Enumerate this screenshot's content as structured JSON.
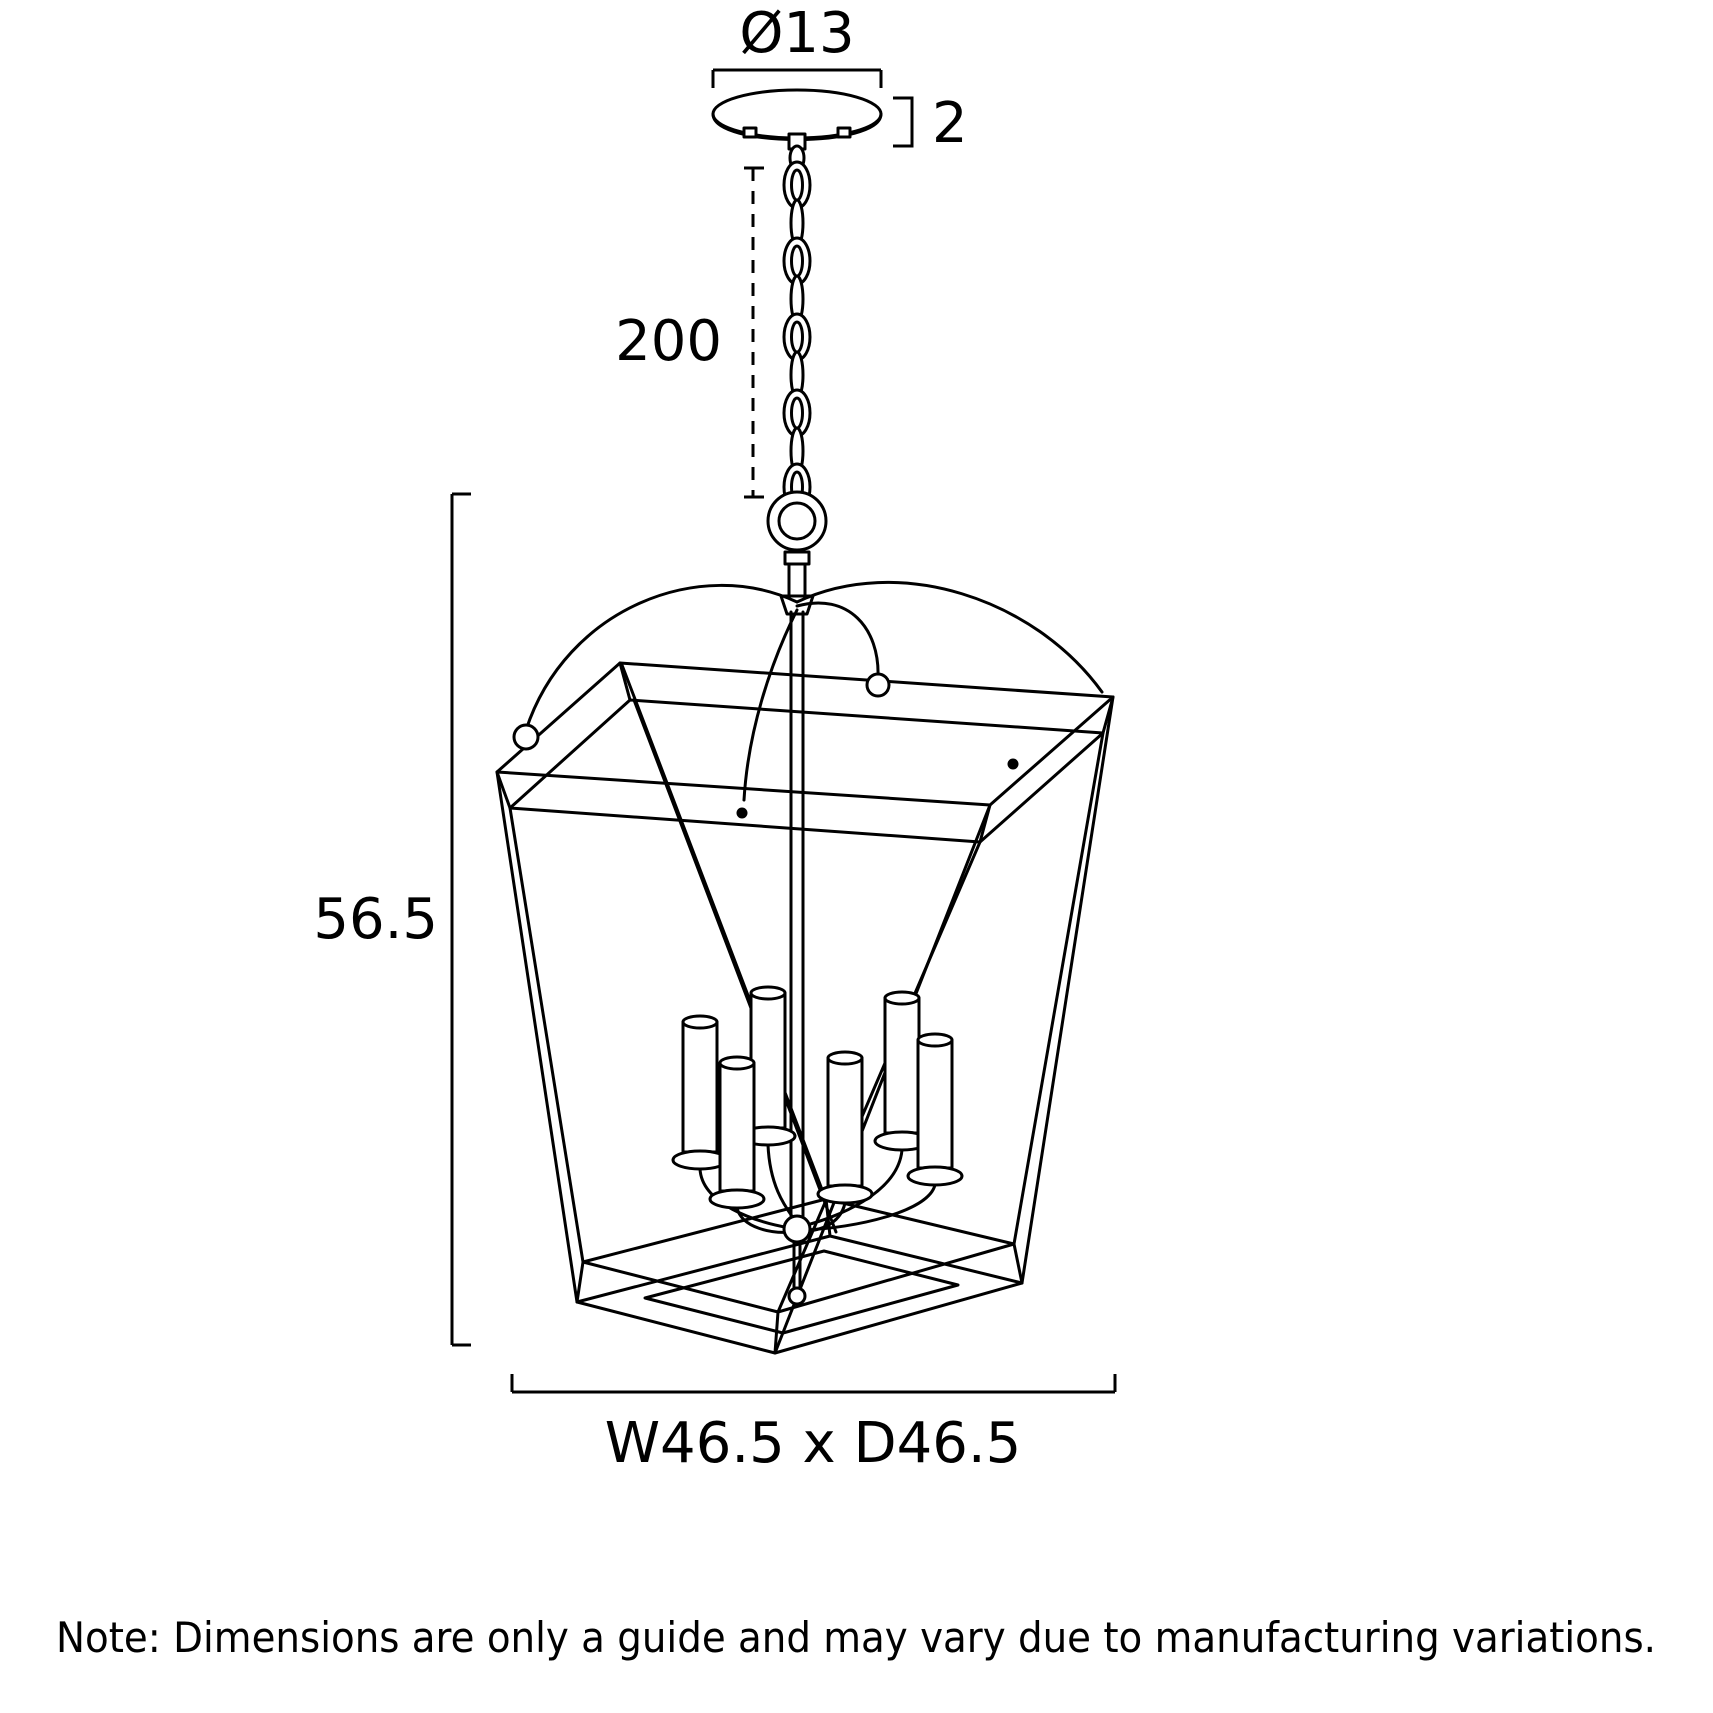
{
  "drawing": {
    "labels": {
      "canopy_diameter": "Ø13",
      "canopy_height": "2",
      "chain_length": "200",
      "body_height": "56.5",
      "width_depth": "W46.5 x D46.5"
    },
    "note": "Note: Dimensions are only a guide and may vary due to manufacturing variations.",
    "colors": {
      "line": "#000000",
      "background": "#ffffff"
    }
  }
}
